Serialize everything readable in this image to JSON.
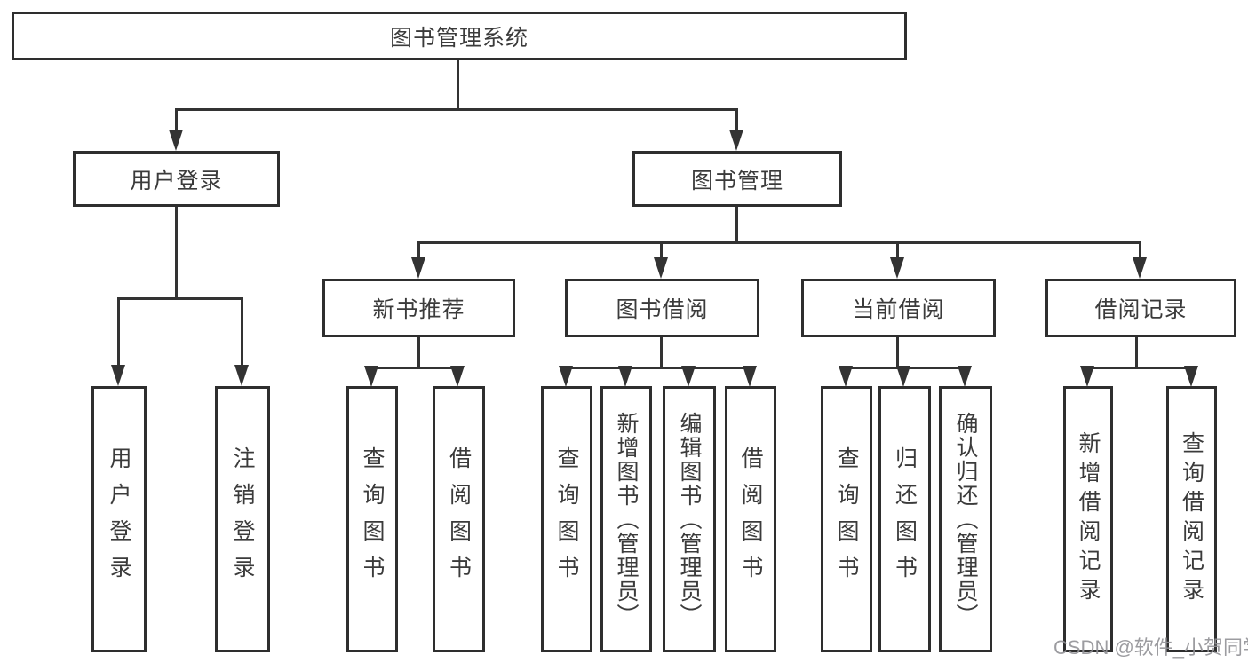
{
  "diagram": {
    "type": "tree",
    "title": "图书管理系统",
    "tree": {
      "label": "图书管理系统",
      "children": [
        {
          "label": "用户登录",
          "children": [
            {
              "label": "用户登录"
            },
            {
              "label": "注销登录"
            }
          ]
        },
        {
          "label": "图书管理",
          "children": [
            {
              "label": "新书推荐",
              "children": [
                {
                  "label": "查询图书"
                },
                {
                  "label": "借阅图书"
                }
              ]
            },
            {
              "label": "图书借阅",
              "children": [
                {
                  "label": "查询图书"
                },
                {
                  "label": "新增图书（管理员）"
                },
                {
                  "label": "编辑图书（管理员）"
                },
                {
                  "label": "借阅图书"
                }
              ]
            },
            {
              "label": "当前借阅",
              "children": [
                {
                  "label": "查询图书"
                },
                {
                  "label": "归还图书"
                },
                {
                  "label": "确认归还（管理员）"
                }
              ]
            },
            {
              "label": "借阅记录",
              "children": [
                {
                  "label": "新增借阅记录"
                },
                {
                  "label": "查询借阅记录"
                }
              ]
            }
          ]
        }
      ]
    }
  },
  "nodes": {
    "root": {
      "label": "图书管理系统"
    },
    "login": {
      "label": "用户登录"
    },
    "mgmt": {
      "label": "图书管理"
    },
    "newbook": {
      "label": "新书推荐"
    },
    "borrow": {
      "label": "图书借阅"
    },
    "current": {
      "label": "当前借阅"
    },
    "record": {
      "label": "借阅记录"
    },
    "l1": {
      "label": "用户登录"
    },
    "l2": {
      "label": "注销登录"
    },
    "l3": {
      "label": "查询图书"
    },
    "l4": {
      "label": "借阅图书"
    },
    "l5": {
      "label": "查询图书"
    },
    "l6": {
      "label": "新增图书（管理员）"
    },
    "l7": {
      "label": "编辑图书（管理员）"
    },
    "l8": {
      "label": "借阅图书"
    },
    "l9": {
      "label": "查询图书"
    },
    "l10": {
      "label": "归还图书"
    },
    "l11": {
      "label": "确认归还（管理员）"
    },
    "l12": {
      "label": "新增借阅记录"
    },
    "l13": {
      "label": "查询借阅记录"
    }
  },
  "watermark": {
    "text": "CSDN @软件_小贺同学"
  },
  "colors": {
    "background": "#ffffff",
    "box_border": "#2e2e2e",
    "line": "#333333",
    "text": "#3b3b3b",
    "watermark": "#919196"
  }
}
